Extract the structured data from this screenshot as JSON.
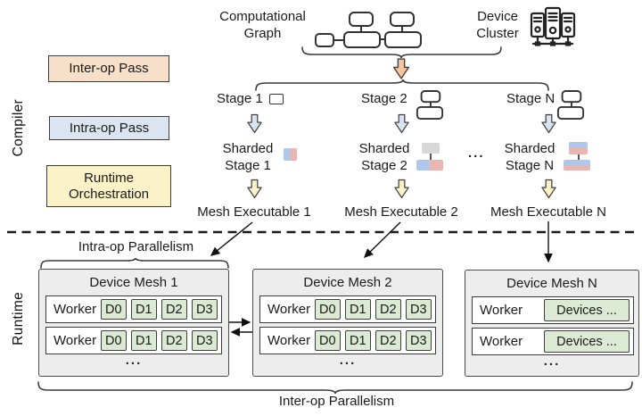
{
  "compiler": {
    "side_label": "Compiler",
    "passes": {
      "inter_op": "Inter-op Pass",
      "intra_op": "Intra-op Pass",
      "runtime_orch": "Runtime Orchestration"
    },
    "computational_graph_label": "Computational Graph",
    "device_cluster_label": "Device Cluster",
    "stages": [
      {
        "name": "Stage 1",
        "sharded_line1": "Sharded",
        "sharded_line2": "Stage 1",
        "executable": "Mesh Executable 1"
      },
      {
        "name": "Stage 2",
        "sharded_line1": "Sharded",
        "sharded_line2": "Stage 2",
        "executable": "Mesh Executable 2"
      },
      {
        "name": "Stage N",
        "sharded_line1": "Sharded",
        "sharded_line2": "Stage N",
        "executable": "Mesh Executable N"
      }
    ],
    "stages_ellipsis": "..."
  },
  "runtime": {
    "side_label": "Runtime",
    "intra_op_parallelism_label": "Intra-op Parallelism",
    "inter_op_parallelism_label": "Inter-op Parallelism",
    "worker_label": "Worker",
    "meshes": [
      {
        "title": "Device Mesh 1",
        "devices": [
          "D0",
          "D1",
          "D2",
          "D3"
        ],
        "ellipsis": "..."
      },
      {
        "title": "Device Mesh 2",
        "devices": [
          "D0",
          "D1",
          "D2",
          "D3"
        ],
        "ellipsis": "..."
      },
      {
        "title": "Device Mesh N",
        "devices_wide": "Devices ...",
        "ellipsis": "..."
      }
    ]
  },
  "colors": {
    "inter_op_box": "#F8DFC9",
    "intra_op_box": "#DBE5F1",
    "runtime_orch_box": "#FBF2C7",
    "orange_arrow": "#F4C59F",
    "blue_arrow": "#D8E4F4",
    "yellow_arrow": "#FBF2C7",
    "mesh_bg": "#EDEDED",
    "device_cell": "#DCE9D3",
    "shard_blue": "#AFC7E8",
    "shard_pink": "#E9B6B2",
    "shard_gray": "#D7D7D7"
  }
}
